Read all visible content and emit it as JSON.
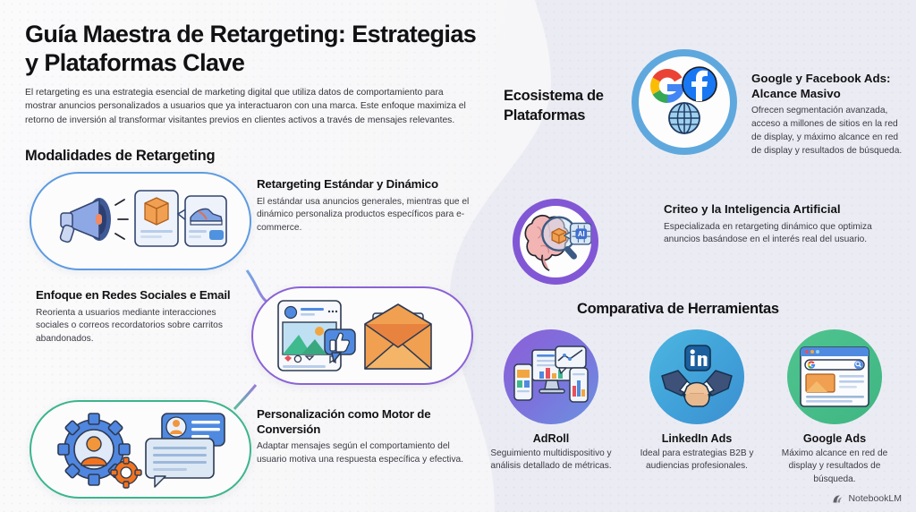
{
  "header": {
    "title": "Guía Maestra de Retargeting: Estrategias y Plataformas Clave",
    "intro": "El retargeting es una estrategia esencial de marketing digital que utiliza datos de comportamiento para mostrar anuncios personalizados a usuarios que ya interactuaron con una marca. Este enfoque maximiza el retorno de inversión al transformar visitantes previos en clientes activos a través de mensajes relevantes."
  },
  "sections": {
    "modalidades": "Modalidades de Retargeting",
    "ecosistema": "Ecosistema de Plataformas",
    "comparativa": "Comparativa de Herramientas"
  },
  "modalidades": {
    "items": [
      {
        "title": "Retargeting Estándar y Dinámico",
        "body": "El estándar usa anuncios generales, mientras que el dinámico personaliza productos específicos para e-commerce.",
        "accent": "#5d9be0",
        "illustration": "megaphone-product-ad-illustration"
      },
      {
        "title": "Enfoque en Redes Sociales e Email",
        "body": "Reorienta a usuarios mediante interacciones sociales o correos recordatorios sobre carritos abandonados.",
        "accent": "#8b63d6",
        "illustration": "social-post-and-email-illustration"
      },
      {
        "title": "Personalización como Motor de Conversión",
        "body": "Adaptar mensajes según el comportamiento del usuario motiva una respuesta específica y efectiva.",
        "accent": "#3cb58c",
        "illustration": "user-gear-chat-illustration"
      }
    ]
  },
  "ecosistema": {
    "items": [
      {
        "title": "Google y Facebook Ads: Alcance Masivo",
        "body": "Ofrecen segmentación avanzada, acceso a millones de sitios en la red de display, y máximo alcance en red de display y resultados de búsqueda.",
        "accent": "#5fa8de",
        "illustration": "google-facebook-globe-icons"
      },
      {
        "title": "Criteo y la Inteligencia Artificial",
        "body": "Especializada en retargeting dinámico que optimiza anuncios basándose en el interés real del usuario.",
        "accent": "#8257d5",
        "illustration": "brain-magnifier-ai-chip-illustration"
      }
    ]
  },
  "comparativa": {
    "tools": [
      {
        "name": "AdRoll",
        "body": "Seguimiento multidispositivo y análisis detallado de métricas.",
        "accent": "#7b6ada",
        "illustration": "multi-device-analytics-illustration"
      },
      {
        "name": "LinkedIn Ads",
        "body": "Ideal para estrategias B2B y audiencias profesionales.",
        "accent": "#3f9fd8",
        "illustration": "linkedin-handshake-illustration"
      },
      {
        "name": "Google Ads",
        "body": "Máximo alcance en red de display y resultados de búsqueda.",
        "accent": "#3fb683",
        "illustration": "google-search-results-illustration"
      }
    ]
  },
  "brand": {
    "label": "NotebookLM"
  },
  "palette": {
    "background_left": "#f8f8fa",
    "background_right": "#ebecf3",
    "text_primary": "#121214",
    "text_body": "#3a3b42"
  }
}
